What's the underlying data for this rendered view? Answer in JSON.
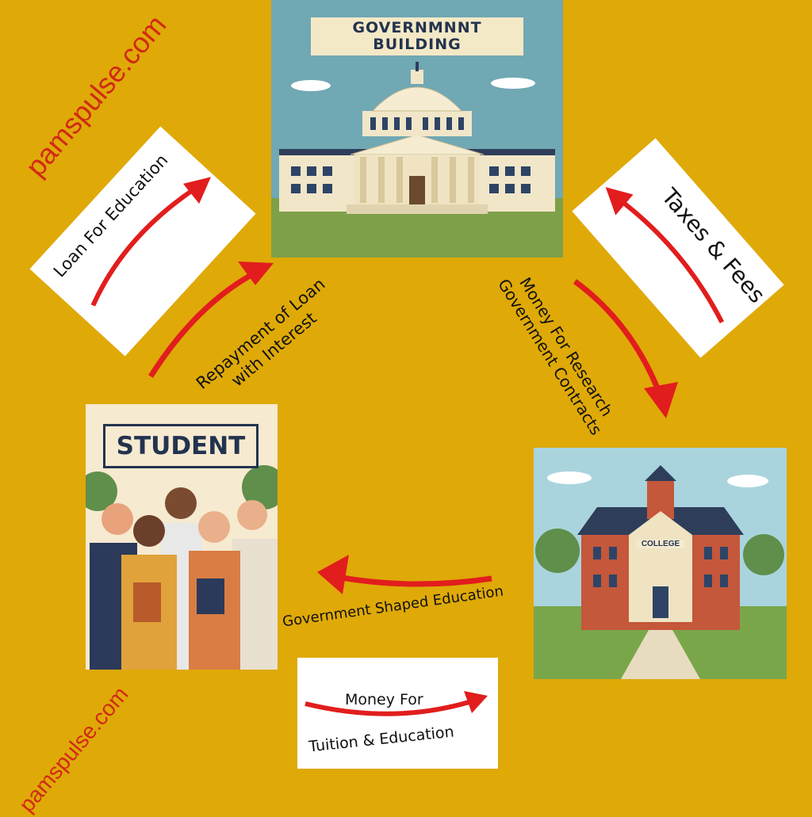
{
  "watermarks": [
    "pamspulse.com",
    "pamspulse.com"
  ],
  "government": {
    "title_line1": "GOVERNMNNT",
    "title_line2": "BUILDING"
  },
  "student": {
    "title": "STUDENT"
  },
  "college": {
    "sign": "COLLEGE"
  },
  "cards": {
    "loan": "Loan For Education",
    "taxes": "Taxes & Fees",
    "tuition_line1": "Money For",
    "tuition_line2": "Tuition & Education"
  },
  "flows": {
    "repayment_line1": "Repayment of Loan",
    "repayment_line2": "with Interest",
    "research_line1": "Money For Research",
    "research_line2": "Government Contracts",
    "shaped": "Government Shaped Education"
  },
  "colors": {
    "background": "#dfa908",
    "arrow": "#e21d1d",
    "watermark": "#d12a14"
  }
}
